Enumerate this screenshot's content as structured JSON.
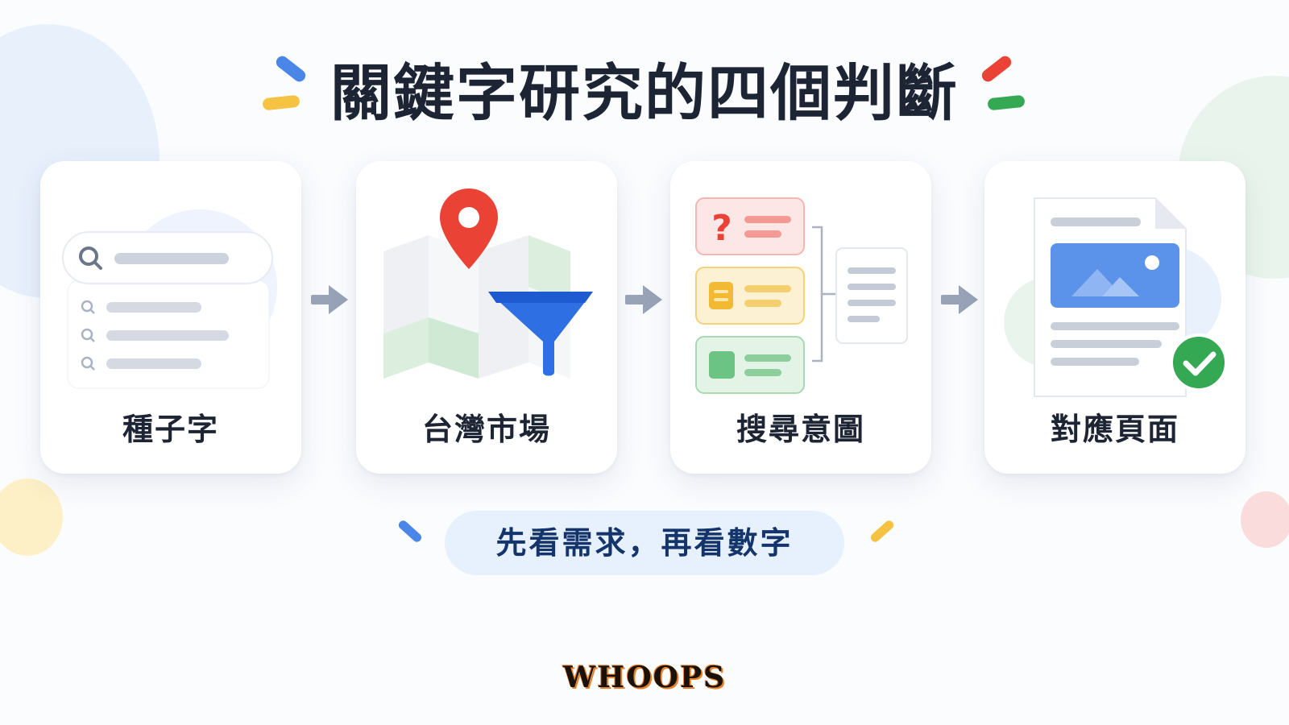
{
  "title": "關鍵字研究的四個判斷",
  "steps": [
    {
      "label": "種子字",
      "icon": "search-list-icon"
    },
    {
      "label": "台灣市場",
      "icon": "map-filter-icon"
    },
    {
      "label": "搜尋意圖",
      "icon": "intent-cards-icon"
    },
    {
      "label": "對應頁面",
      "icon": "document-check-icon"
    }
  ],
  "tagline": "先看需求，再看數字",
  "brand": "WHOOPS",
  "colors": {
    "blue": "#4a86e8",
    "red": "#ea4335",
    "yellow": "#f5c242",
    "green": "#34a853",
    "text": "#1d2433",
    "arrow": "#98a3b8"
  }
}
